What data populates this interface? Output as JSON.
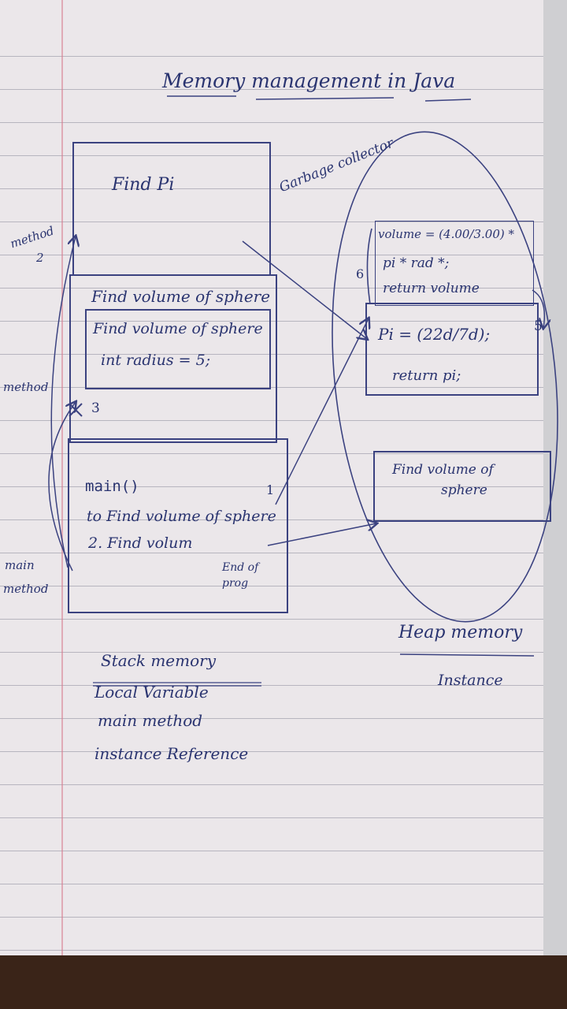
{
  "title": "Memory management in Java",
  "garbage_collector": "Garbage collector",
  "stack": {
    "frame1_text": "Find Pi",
    "frame2_text": "Find volume of sphere",
    "frame3_line1": "Find volume of sphere",
    "frame3_line2": "int radius = 5;",
    "main_line1": "main()",
    "main_line2": "to Find volume of sphere",
    "main_line3": "2. Find volum",
    "end_of_prog": "End of prog"
  },
  "side_labels": {
    "method2": "method",
    "method2_num": "2",
    "method3": "method",
    "num3": "3",
    "main_method_1": "main",
    "main_method_2": "method"
  },
  "heap": {
    "box1_line1": "volume = (4.00/3.00) *",
    "box1_line2": "pi * rad *;",
    "box1_line3": "return volume",
    "box1_num": "6",
    "box2_line1": "Pi = (22d/7d);",
    "box2_line2": "return pi;",
    "box2_num": "5",
    "box3_line1": "Find volume of",
    "box3_line2": "sphere",
    "arrow_num": "1",
    "heap_memory": "Heap memory",
    "instance": "Instance"
  },
  "notes": {
    "line1": "Stack memory",
    "line2": "Local Variable",
    "line3": "main method",
    "line4": "instance Reference"
  },
  "colors": {
    "ink": "#2a3470",
    "paper": "#ebe7ea",
    "margin": "#d6788c"
  }
}
